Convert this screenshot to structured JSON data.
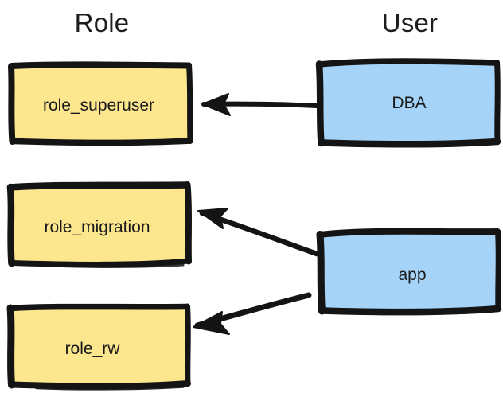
{
  "diagram": {
    "title_columns": {
      "role": "Role",
      "user": "User"
    },
    "style": {
      "role_fill": "#FCE68E",
      "user_fill": "#A5D4F8",
      "stroke": "#141414",
      "background": "#FFFFFF",
      "text": "#1A1A1A"
    },
    "nodes": [
      {
        "id": "role_superuser",
        "label": "role_superuser",
        "column": "Role",
        "fill": "#FCE68E"
      },
      {
        "id": "role_migration",
        "label": "role_migration",
        "column": "Role",
        "fill": "#FCE68E"
      },
      {
        "id": "role_rw",
        "label": "role_rw",
        "column": "Role",
        "fill": "#FCE68E"
      },
      {
        "id": "dba",
        "label": "DBA",
        "column": "User",
        "fill": "#A5D4F8"
      },
      {
        "id": "app",
        "label": "app",
        "column": "User",
        "fill": "#A5D4F8"
      }
    ],
    "edges": [
      {
        "id": "dba-to-role-superuser",
        "from": "DBA",
        "to": "role_superuser",
        "arrow": "left"
      },
      {
        "id": "app-to-role-migration",
        "from": "app",
        "to": "role_migration",
        "arrow": "left"
      },
      {
        "id": "app-to-role-rw",
        "from": "app",
        "to": "role_rw",
        "arrow": "left"
      }
    ]
  }
}
